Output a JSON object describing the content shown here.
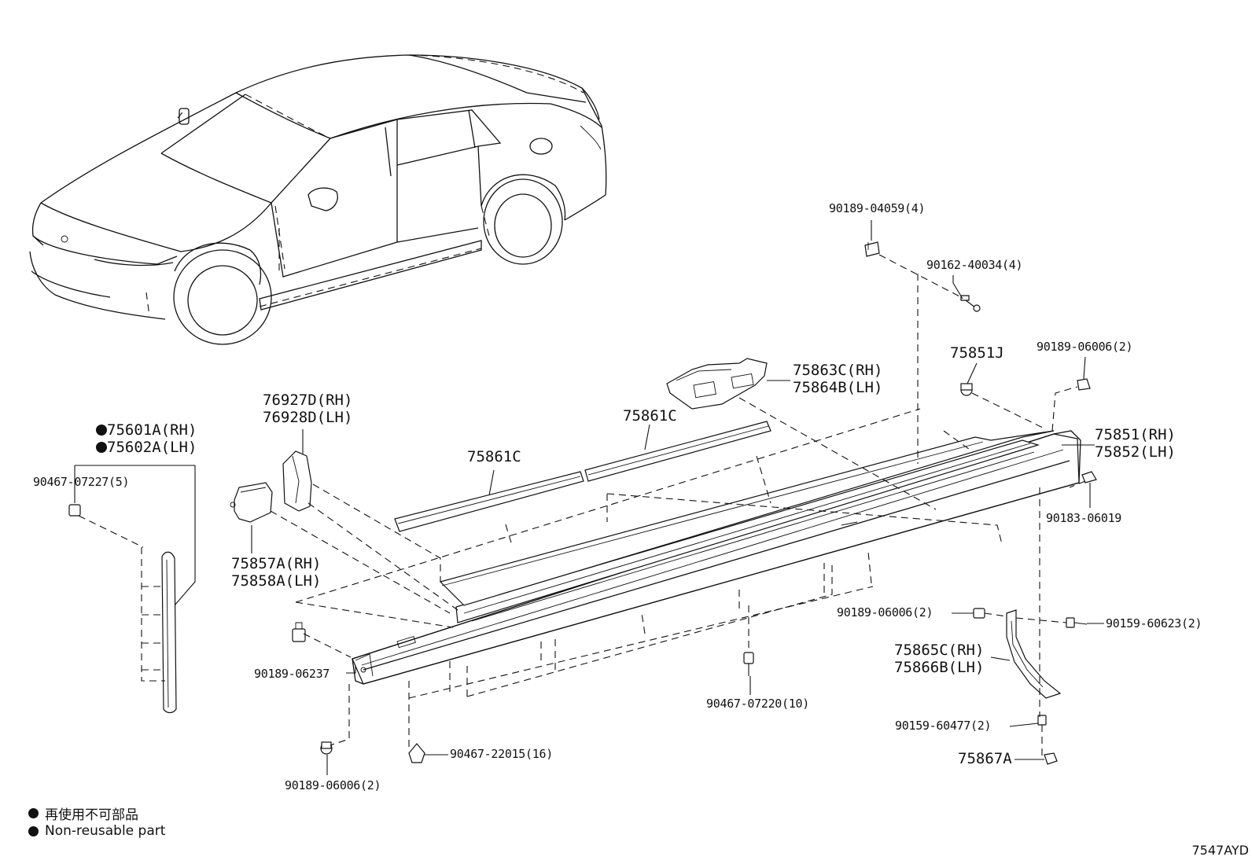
{
  "labels": {
    "p90189_04059": "90189-04059(4)",
    "p90162_40034": "90162-40034(4)",
    "p75851J": "75851J",
    "p90189_06006_top": "90189-06006(2)",
    "p75863C": "75863C(RH)",
    "p75864B": "75864B(LH)",
    "p75861C_upper": "75861C",
    "p75861C_lower": "75861C",
    "p76927D": "76927D(RH)",
    "p76928D": "76928D(LH)",
    "p75601A": "75601A(RH)",
    "p75602A": "75602A(LH)",
    "p90467_07227": "90467-07227(5)",
    "p75857A": "75857A(RH)",
    "p75858A": "75858A(LH)",
    "p75851": "75851(RH)",
    "p75852": "75852(LH)",
    "p90183_06019": "90183-06019",
    "p90189_06006_mid": "90189-06006(2)",
    "p90159_60623": "90159-60623(2)",
    "p75865C": "75865C(RH)",
    "p75866B": "75866B(LH)",
    "p90189_06237": "90189-06237",
    "p90467_07220": "90467-07220(10)",
    "p90159_60477": "90159-60477(2)",
    "p75867A": "75867A",
    "p90467_22015": "90467-22015(16)",
    "p90189_06006_bottom": "90189-06006(2)"
  },
  "legend": {
    "symbol": "non-reusable-dot",
    "japanese": "再使用不可部品",
    "english": "Non-reusable part"
  },
  "illustration_code": "7547AYD"
}
